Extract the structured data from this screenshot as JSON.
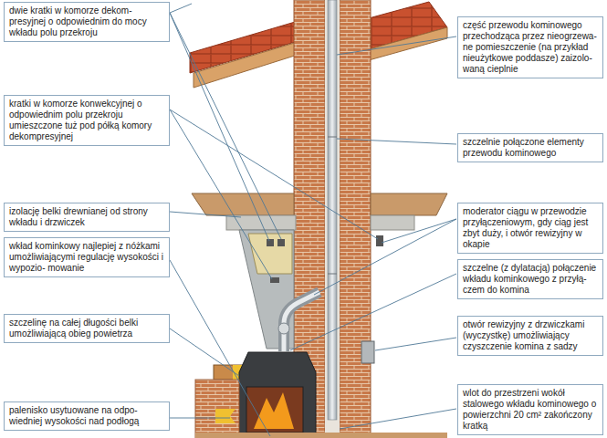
{
  "diagram": {
    "nodes": [
      {
        "text": [
          "dwie kratki w komorze dekom- presyjnej o odpowiednim do mocy wkładu polu przekroju"
        ]
      },
      {
        "text": [
          "kratki w komorze konwekcyjnej o odpowiednim polu przekroju umieszczone tuż pod półką komory dekompresyjnej"
        ]
      },
      {
        "text": [
          "izolację belki drewnianej od strony wkładu i drzwiczek"
        ]
      },
      {
        "text": [
          "wkład kominkowy najlepiej z nóżkami umożliwiającymi regulację wysokości i wypozio- mowanie"
        ]
      },
      {
        "text": [
          "szczelinę na całej długości belki umożliwiającą obieg powietrza"
        ]
      },
      {
        "text": [
          "palenisko usytuowane na odpo- wiedniej wysokości nad podłogą"
        ]
      },
      {
        "text": [
          "część przewodu kominowego przechodząca przez nieogrzewa- ne pomieszczenie (na przykład nieużytkowe poddasze) zaizolo- waną cieplnie"
        ]
      },
      {
        "text": [
          "szczelnie połączone elementy przewodu kominowego"
        ]
      },
      {
        "text": [
          "moderator ciągu w przewodzie przyłączeniowym, gdy ciąg jest zbyt duży, i otwór rewizyjny w okapie"
        ]
      },
      {
        "text": [
          "szczelne (z dylatacją) połączenie wkładu kominkowego z przyłą- czem do komina"
        ]
      },
      {
        "text": [
          "otwór rewizyjny z drzwiczkami (wyczystkę) umożliwiający czyszczenie komina z sadzy"
        ]
      },
      {
        "text": [
          "wlot do przestrzeni wokół stalowego wkładu kominowego o powierzchni 20 cm² zakończony kratką"
        ]
      }
    ]
  }
}
